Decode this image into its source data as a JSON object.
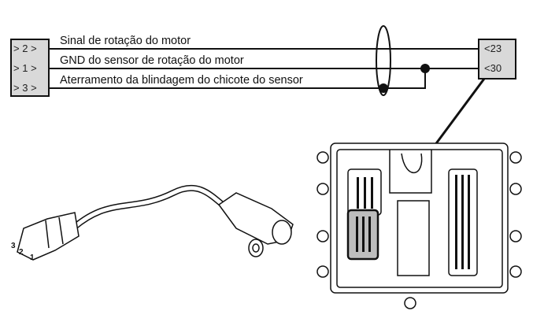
{
  "wires": [
    {
      "label": "Sinal de rotação do motor",
      "sensor_pin": "2",
      "ecu_pin": "23"
    },
    {
      "label": "GND do sensor de rotação do motor",
      "sensor_pin": "1",
      "ecu_pin": "30"
    },
    {
      "label": "Aterramento da blindagem do chicote do sensor",
      "sensor_pin": "3"
    }
  ],
  "sensor_connector_pins": [
    "3",
    "2",
    "1"
  ],
  "colors": {
    "connector_fill": "#d9d9d9",
    "line": "#111111",
    "highlight_connector": "#bdbdbd"
  }
}
